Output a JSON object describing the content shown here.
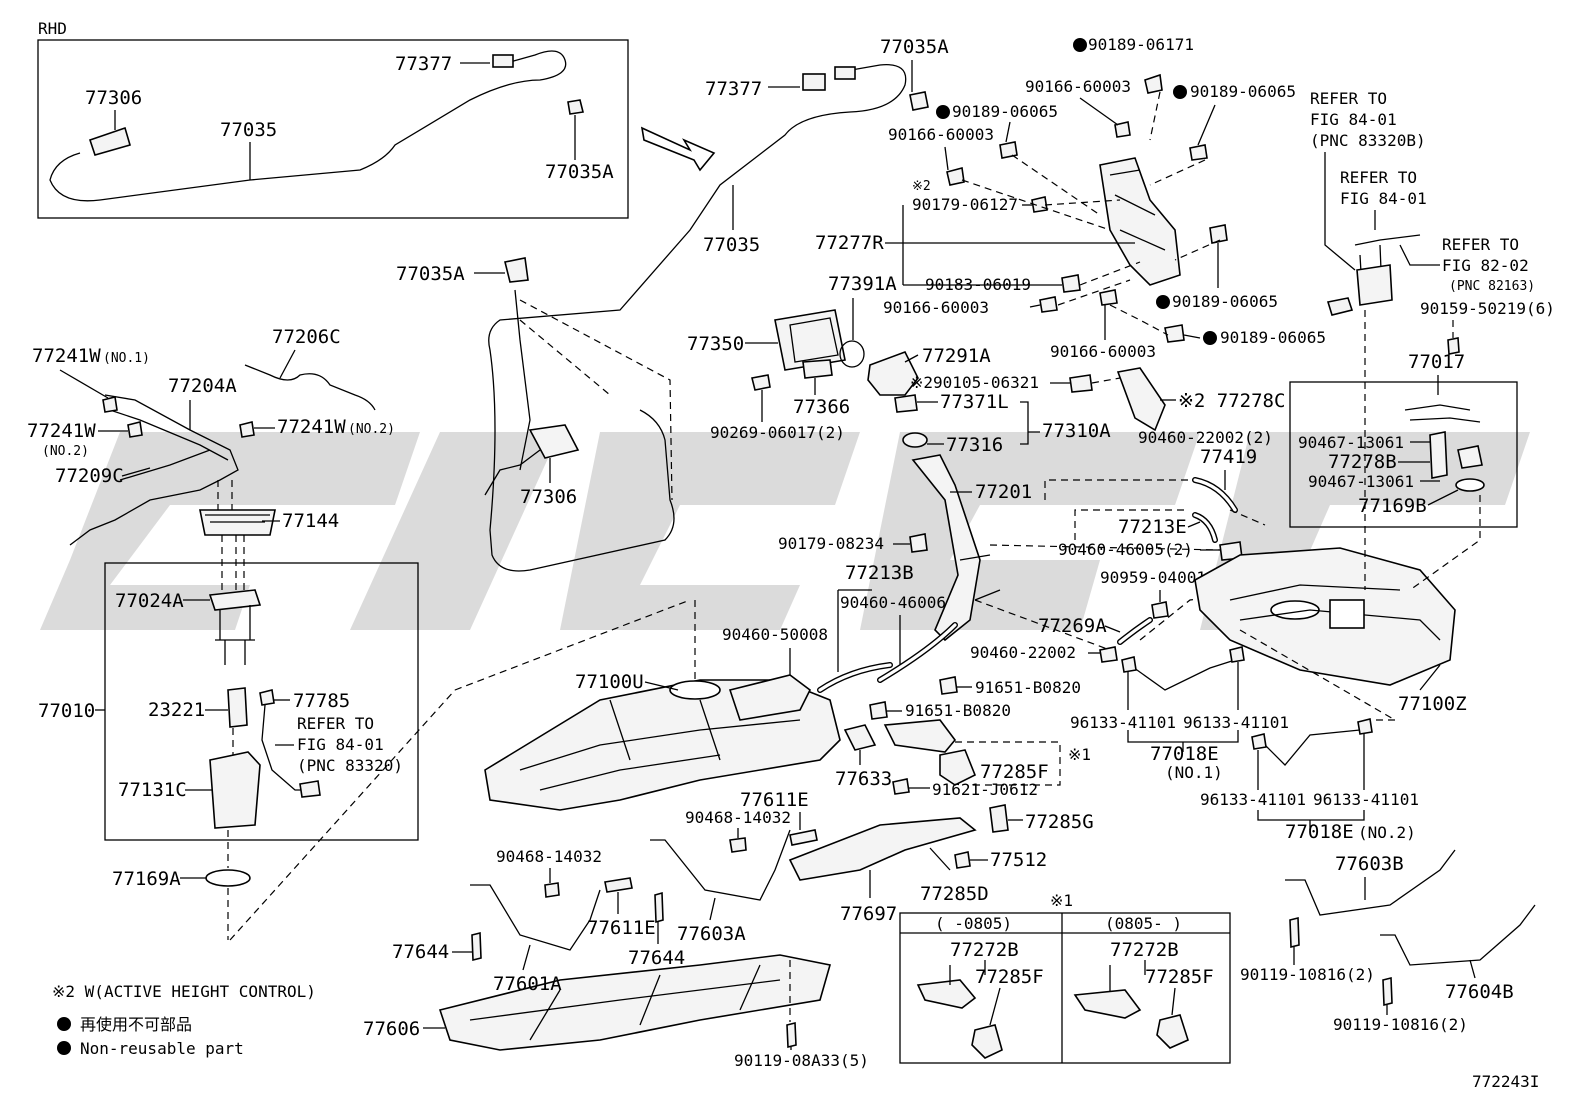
{
  "diagram": {
    "rhd_label": "RHD",
    "figure_id": "772243I",
    "notes": {
      "mark2": "※2 W(ACTIVE HEIGHT CONTROL)",
      "nonreusable_jp": "再使用不可部品",
      "nonreusable_en": "Non-reusable part"
    },
    "inset_mark": "※1",
    "inset_col1": "(   -0805)",
    "inset_col2": "(0805-   )",
    "labels": {
      "p77377_rhd": "77377",
      "p77306_rhd": "77306",
      "p77035_rhd": "77035",
      "p77035A_rhd": "77035A",
      "p77377": "77377",
      "p77035A_top": "77035A",
      "p77035": "77035",
      "p77035A_mid": "77035A",
      "p77306": "77306",
      "p90189_06171": "90189-06171",
      "p90166_60003_a": "90166-60003",
      "p90189_06065_a": "90189-06065",
      "p90189_06065_b": "90189-06065",
      "p90166_60003_b": "90166-60003",
      "mark2_a": "※2",
      "p90179_06127": "90179-06127",
      "p77277R": "77277R",
      "p90183_06019": "90183-06019",
      "p90166_60003_c": "90166-60003",
      "p90189_06065_c": "90189-06065",
      "p90166_60003_d": "90166-60003",
      "p90189_06065_d": "90189-06065",
      "p77391A": "77391A",
      "p77350": "77350",
      "p77291A": "77291A",
      "p290105_06321": "※290105-06321",
      "p77366": "77366",
      "p77371L": "77371L",
      "p90269_06017": "90269-06017(2)",
      "p77316": "77316",
      "p77310A": "77310A",
      "p77278C": "※2 77278C",
      "p90460_22002_2": "90460-22002(2)",
      "p77419": "77419",
      "p77201": "77201",
      "p77213E": "77213E",
      "p90460_46005": "90460-46005(2)",
      "p90179_08234": "90179-08234",
      "p77213B": "77213B",
      "p90959_04001": "90959-04001",
      "p90460_46006": "90460-46006",
      "p90460_50008": "90460-50008",
      "p77269A": "77269A",
      "p90460_22002": "90460-22002",
      "p91651_B0820_a": "91651-B0820",
      "p91651_B0820_b": "91651-B0820",
      "p77100U": "77100U",
      "p77100Z": "77100Z",
      "p96133_a": "96133-41101",
      "p96133_b": "96133-41101",
      "p77018E_1": "77018E",
      "p77018E_1_sub": "(NO.1)",
      "mark1": "※1",
      "p77285F": "77285F",
      "p77633": "77633",
      "p91621_J0612": "91621-J0612",
      "p96133_c": "96133-41101",
      "p96133_d": "96133-41101",
      "p77018E_2": "77018E",
      "p77018E_2_sub": "(NO.2)",
      "p77611E_a": "77611E",
      "p90468_14032_a": "90468-14032",
      "p77285G": "77285G",
      "p77512": "77512",
      "p90468_14032_b": "90468-14032",
      "p77285D": "77285D",
      "p77697": "77697",
      "p77611E_b": "77611E",
      "p77603A": "77603A",
      "p77644_a": "77644",
      "p77644_b": "77644",
      "p77601A": "77601A",
      "p77606": "77606",
      "p90119_08A33": "90119-08A33(5)",
      "p77603B": "77603B",
      "p90119_10816_a": "90119-10816(2)",
      "p77604B": "77604B",
      "p90119_10816_b": "90119-10816(2)",
      "p77272B_a": "77272B",
      "p77285F_a": "77285F",
      "p77272B_b": "77272B",
      "p77285F_b": "77285F",
      "p77241W_1": "77241W",
      "p77241W_1_sub": "(NO.1)",
      "p77206C": "77206C",
      "p77204A": "77204A",
      "p77241W_2a": "77241W",
      "p77241W_2a_sub": "(NO.2)",
      "p77241W_2b": "77241W",
      "p77241W_2b_sub": "(NO.2)",
      "p77209C": "77209C",
      "p77144": "77144",
      "p77024A": "77024A",
      "p77010": "77010",
      "p23221": "23221",
      "p77785": "77785",
      "ref_fig8401_a1": "REFER TO",
      "ref_fig8401_a2": "FIG 84-01",
      "ref_fig8401_a3": "(PNC 83320)",
      "p77131C": "77131C",
      "p77169A": "77169A",
      "ref_top_1": "REFER TO",
      "ref_top_2": "FIG 84-01",
      "ref_top_3": "(PNC 83320B)",
      "ref_mid_1": "REFER TO",
      "ref_mid_2": "FIG 84-01",
      "ref_8202_1": "REFER TO",
      "ref_8202_2": "FIG 82-02",
      "ref_8202_3": "(PNC 82163)",
      "p90159_50219": "90159-50219(6)",
      "p77017": "77017",
      "p90467_13061_a": "90467-13061",
      "p77278B": "77278B",
      "p90467_13061_b": "90467-13061",
      "p77169B": "77169B"
    }
  }
}
